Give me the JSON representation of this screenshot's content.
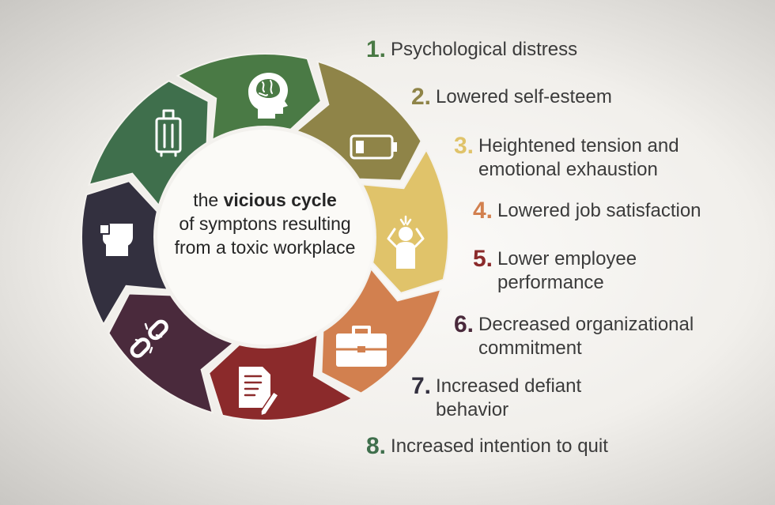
{
  "center": {
    "pre": "the ",
    "bold": "vicious cycle",
    "post": "of symptons resulting from a toxic workplace"
  },
  "items": [
    {
      "num": "1.",
      "label": "Psychological distress",
      "color": "#4a7a45",
      "icon": "head-brain-icon"
    },
    {
      "num": "2.",
      "label": "Lowered self-esteem",
      "color": "#8f8448",
      "icon": "low-battery-icon"
    },
    {
      "num": "3.",
      "label": "Heightened tension and emotional exhaustion",
      "color": "#e0c36a",
      "icon": "stressed-person-icon"
    },
    {
      "num": "4.",
      "label": "Lowered job satisfaction",
      "color": "#d2804f",
      "icon": "briefcase-icon"
    },
    {
      "num": "5.",
      "label": "Lower employee performance",
      "color": "#8b2a2b",
      "icon": "document-pen-icon"
    },
    {
      "num": "6.",
      "label": "Decreased organizational commitment",
      "color": "#4a2a3c",
      "icon": "broken-chain-icon"
    },
    {
      "num": "7.",
      "label": "Increased defiant behavior",
      "color": "#33303f",
      "icon": "raised-fist-icon"
    },
    {
      "num": "8.",
      "label": "Increased intention to quit",
      "color": "#3f6f4c",
      "icon": "suitcase-icon"
    }
  ]
}
